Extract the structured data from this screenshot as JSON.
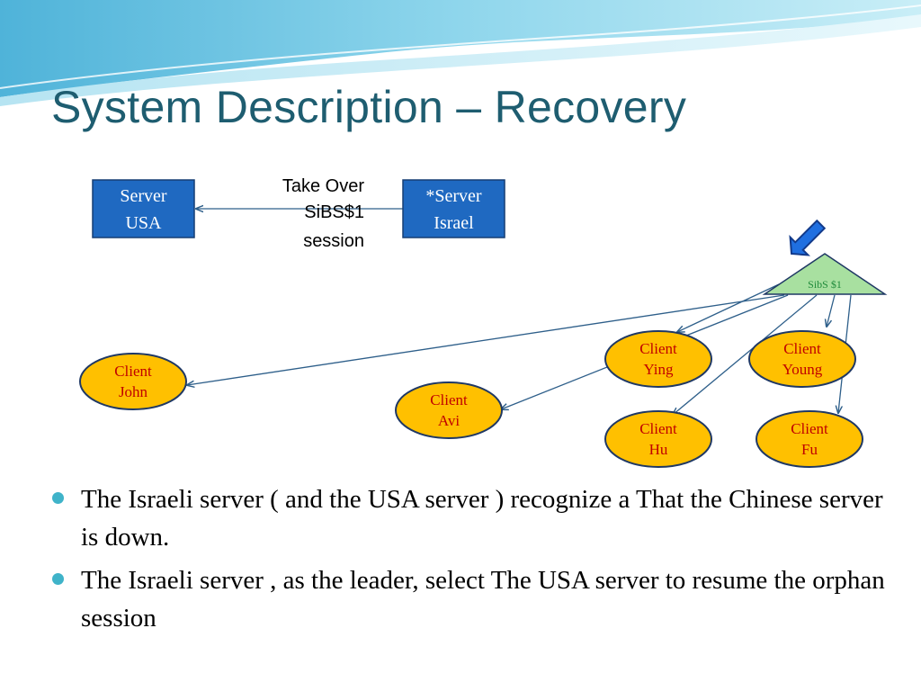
{
  "slide": {
    "title": "System Description – Recovery",
    "colors": {
      "title": "#1e5d70",
      "server_box": "#1f69c1",
      "client_fill": "#ffc000",
      "client_stroke": "#1f3864",
      "client_text": "#c00000",
      "triangle_fill": "#a8e0a0",
      "arrow": "#2e5f8a",
      "bullet": "#3fb3c9"
    },
    "servers": {
      "usa": {
        "line1": "Server",
        "line2": "USA"
      },
      "israel": {
        "line1": "*Server",
        "line2": "Israel"
      }
    },
    "takeover_label": {
      "line1": "Take Over",
      "line2": "SiBS$1",
      "line3": "session"
    },
    "sibs_label": "SibS $1",
    "pointer_icon": "blue-down-arrow-icon",
    "clients": {
      "john": {
        "line1": "Client",
        "line2": "John"
      },
      "avi": {
        "line1": "Client",
        "line2": "Avi"
      },
      "ying": {
        "line1": "Client",
        "line2": "Ying"
      },
      "young": {
        "line1": "Client",
        "line2": "Young"
      },
      "hu": {
        "line1": "Client",
        "line2": "Hu"
      },
      "fu": {
        "line1": "Client",
        "line2": "Fu"
      }
    },
    "bullets": [
      "The Israeli server ( and the USA server ) recognize a That the Chinese server is down.",
      "The Israeli server , as the leader, select The USA server to resume the orphan session"
    ]
  }
}
